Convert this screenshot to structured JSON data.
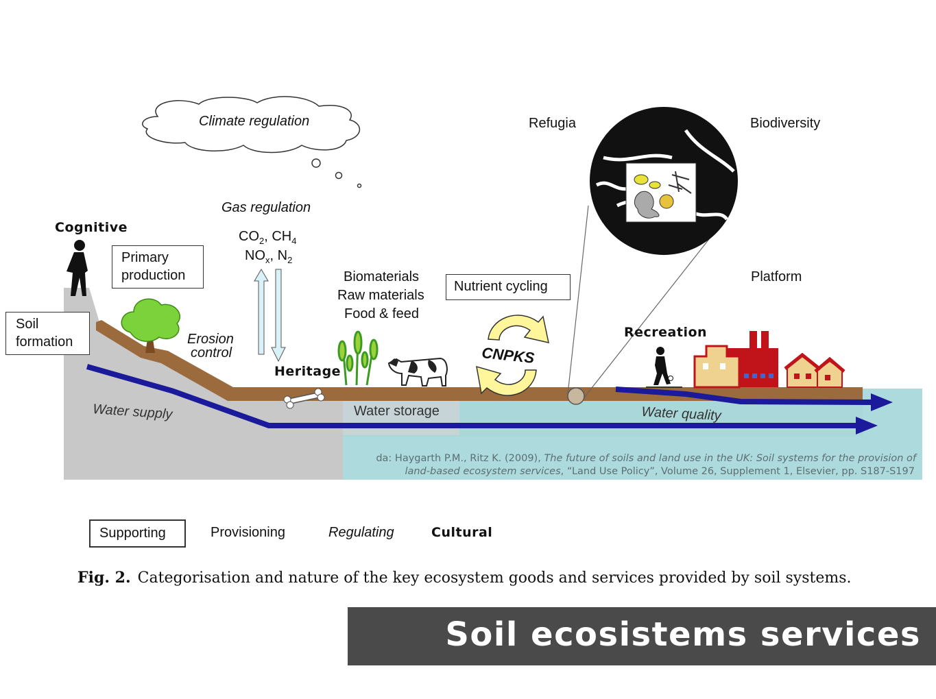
{
  "labels": {
    "climate_regulation": "Climate regulation",
    "gas_regulation": "Gas regulation",
    "gas1_a": "CO",
    "gas1_a_sub": "2",
    "gas1_b": ", CH",
    "gas1_b_sub": "4",
    "gas2_a": "NO",
    "gas2_a_sub": "x",
    "gas2_b": ", N",
    "gas2_b_sub": "2",
    "cognitive": "Cognitive",
    "primary_production_1": "Primary",
    "primary_production_2": "production",
    "soil_formation_1": "Soil",
    "soil_formation_2": "formation",
    "erosion_control_1": "Erosion",
    "erosion_control_2": "control",
    "heritage": "Heritage",
    "biomaterials": "Biomaterials",
    "raw_materials": "Raw materials",
    "food_feed": "Food & feed",
    "nutrient_cycling": "Nutrient cycling",
    "cnpks": "CNPKS",
    "refugia": "Refugia",
    "biodiversity": "Biodiversity",
    "platform": "Platform",
    "recreation": "Recreation",
    "water_supply": "Water supply",
    "water_storage": "Water storage",
    "water_quality": "Water quality"
  },
  "legend": {
    "supporting": "Supporting",
    "provisioning": "Provisioning",
    "regulating": "Regulating",
    "cultural": "Cultural"
  },
  "source": {
    "prefix": "da: Haygarth P.M., Ritz K. (2009), ",
    "title_1": "The future of soils and land use in the UK: Soil systems for the provision of",
    "title_2": "land-based ecosystem services",
    "rest": ", “Land Use Policy”, Volume 26, Supplement 1, Elsevier, pp. S187-S197"
  },
  "caption": {
    "fig": "Fig. 2.",
    "text": "Categorisation and nature of the key ecosystem goods and services provided by soil systems."
  },
  "banner": {
    "title": "Soil ecosistems services"
  },
  "colors": {
    "ground": "#c8c8c8",
    "soil": "#9b6a3d",
    "water": "#1a1a9a",
    "water_panel": "#a9d8da",
    "tree": "#7bd23b",
    "factory": "#c0141a",
    "banner": "#4a4a4a"
  }
}
